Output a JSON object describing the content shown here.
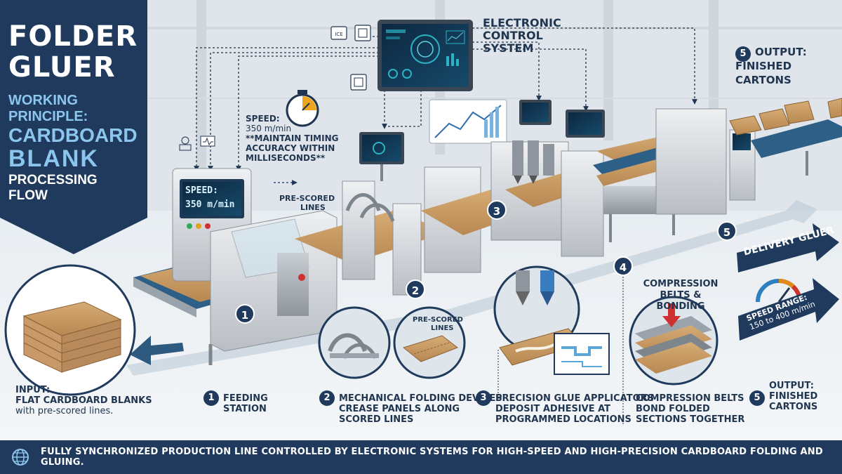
{
  "title": {
    "main_line1": "FOLDER",
    "main_line2": "GLUER",
    "sub_line1": "WORKING PRINCIPLE:",
    "sub_line2": "CARDBOARD",
    "sub_line3": "BLANK",
    "sub_line4": "PROCESSING FLOW"
  },
  "control_system": {
    "label_line1": "ELECTRONIC CONTROL",
    "label_line2": "SYSTEM",
    "chip_label": "ICE"
  },
  "speed_note": {
    "line1": "SPEED:",
    "line2": "350 m/min",
    "line3": "**MAINTAIN TIMING",
    "line4": "ACCURACY WITHIN",
    "line5": "MILLISECONDS**"
  },
  "feeder_screen": {
    "line1": "SPEED:",
    "line2": "350 m/min"
  },
  "prescored_top": {
    "line1": "PRE-SCORED",
    "line2": "LINES"
  },
  "prescored_inset": {
    "line1": "PRE-SCORED",
    "line2": "LINES"
  },
  "output_top": {
    "number": "5",
    "line1": "OUTPUT:",
    "line2": "FINISHED CARTONS"
  },
  "compression_top": {
    "line1": "COMPRESSION",
    "line2": "BELTS & BONDING"
  },
  "delivery": {
    "label": "DELIVERY GLUER",
    "speed_line1": "SPEED RANGE:",
    "speed_line2": "150 to 400 m/min"
  },
  "station_numbers": [
    "1",
    "2",
    "3",
    "4",
    "5"
  ],
  "bottom_captions": {
    "input": {
      "line1": "INPUT:",
      "line2": "FLAT CARDBOARD BLANKS",
      "line3": "with pre-scored lines."
    },
    "feeding": {
      "number": "1",
      "line1": "FEEDING",
      "line2": "STATION"
    },
    "folding": {
      "number": "2",
      "line1": "MECHANICAL FOLDING DEVICES",
      "line2": "CREASE PANELS ALONG",
      "line3": "SCORED LINES"
    },
    "glue": {
      "number": "3",
      "line1": "PRECISION GLUE APPLICATORS",
      "line2": "DEPOSIT ADHESIVE AT",
      "line3": "PROGRAMMED LOCATIONS"
    },
    "compression": {
      "line1": "COMPRESSION BELTS",
      "line2": "BOND FOLDED",
      "line3": "SECTIONS TOGETHER"
    },
    "output": {
      "number": "5",
      "line1": "OUTPUT:",
      "line2": "FINISHED",
      "line3": "CARTONS"
    }
  },
  "footer_text": "FULLY SYNCHRONIZED PRODUCTION LINE CONTROLLED BY ELECTRONIC SYSTEMS FOR HIGH-SPEED AND HIGH-PRECISION CARDBOARD FOLDING AND GLUING.",
  "colors": {
    "navy": "#1f3a5c",
    "accent_blue": "#8cc6ee",
    "flow_arrow": "#2f5a80",
    "cardboard": "#c89a62",
    "machine_grey": "#d7dadd",
    "screen_teal": "#2ab3c4"
  }
}
